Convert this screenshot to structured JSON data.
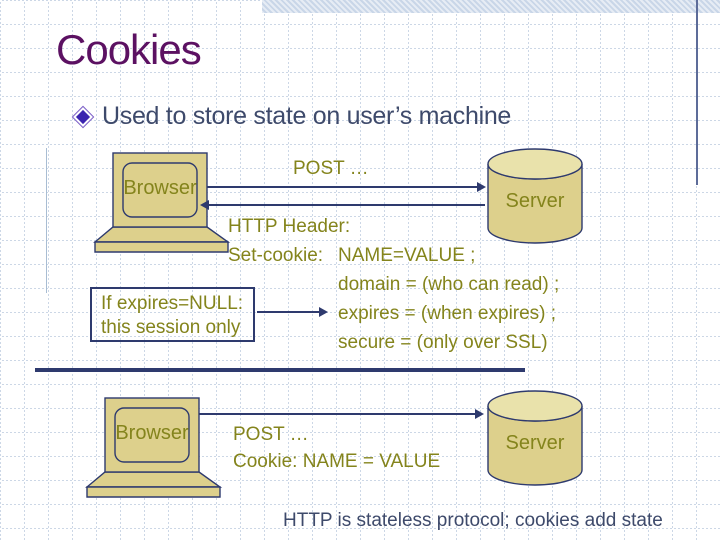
{
  "slide": {
    "title": "Cookies",
    "bullet_text": "Used to store state on user’s machine",
    "footer": "HTTP is stateless protocol; cookies add state"
  },
  "diagram_top": {
    "browser_label": "Browser",
    "server_label": "Server",
    "request_label": "POST …",
    "response": {
      "header_line": "HTTP Header:",
      "set_cookie_key": "Set-cookie:",
      "set_cookie_value": "NAME=VALUE ;",
      "attr_domain": "domain = (who can read) ;",
      "attr_expires": "expires = (when expires) ;",
      "attr_secure": "secure = (only over SSL)"
    },
    "note_box": {
      "line1": "If expires=NULL:",
      "line2": "this session only"
    }
  },
  "diagram_bottom": {
    "browser_label": "Browser",
    "server_label": "Server",
    "request_line1": "POST …",
    "request_line2": "Cookie:  NAME = VALUE"
  },
  "colors": {
    "title": "#5c1162",
    "body-text": "#3e4a6b",
    "olive-text": "#84841c",
    "shape-fill": "#ddd08c",
    "shape-fill-light": "#e9e2ab",
    "outline-navy": "#2e3a6e",
    "grid-line": "#ccd7e6",
    "band-blue": "#c9d6e8"
  }
}
